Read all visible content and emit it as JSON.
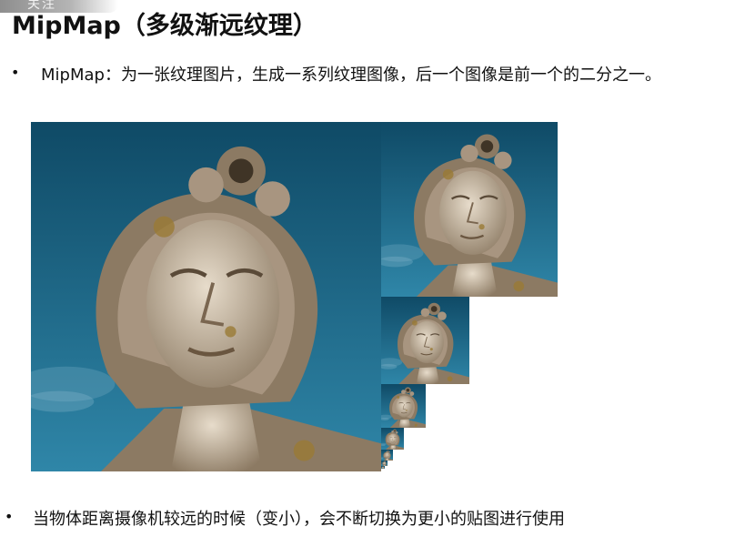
{
  "overlay": {
    "badge_text": "关注"
  },
  "title": "MipMap（多级渐远纹理）",
  "bullets": [
    {
      "marker": "•",
      "text": "MipMap：为一张纹理图片，生成一系列纹理图像，后一个图像是前一个的二分之一。"
    },
    {
      "marker": "•",
      "text": "当物体距离摄像机较远的时候（变小），会不断切换为更小的贴图进行使用"
    }
  ],
  "colors": {
    "sky_dark": "#0f4a66",
    "sky_light": "#2f86a8",
    "stone_light": "#e7dccb",
    "stone_shadow": "#8c7a63",
    "lichen": "#9a7a34"
  }
}
